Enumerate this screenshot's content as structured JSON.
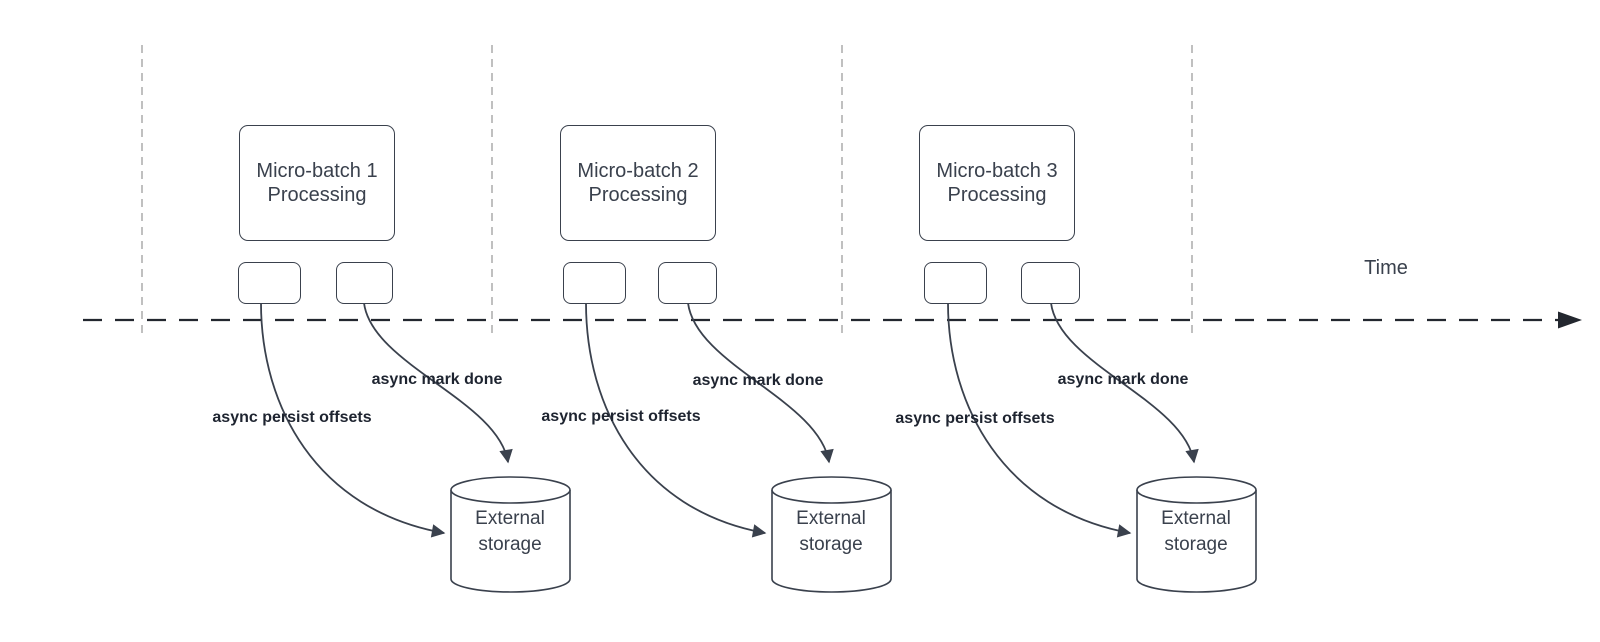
{
  "diagram": {
    "time_axis_label": "Time",
    "groups": [
      {
        "title": "Micro-batch 1 Processing",
        "persist_label": "async persist offsets",
        "done_label": "async mark done",
        "storage_label": "External storage"
      },
      {
        "title": "Micro-batch 2 Processing",
        "persist_label": "async persist offsets",
        "done_label": "async mark done",
        "storage_label": "External storage"
      },
      {
        "title": "Micro-batch 3 Processing",
        "persist_label": "async persist offsets",
        "done_label": "async mark done",
        "storage_label": "External storage"
      }
    ],
    "colors": {
      "shape_stroke": "#3a414d",
      "guide_line": "#b0b0b0",
      "timeline": "#23272f",
      "label_text": "#1e2430",
      "box_text": "#3a414d",
      "bg": "#ffffff"
    }
  }
}
